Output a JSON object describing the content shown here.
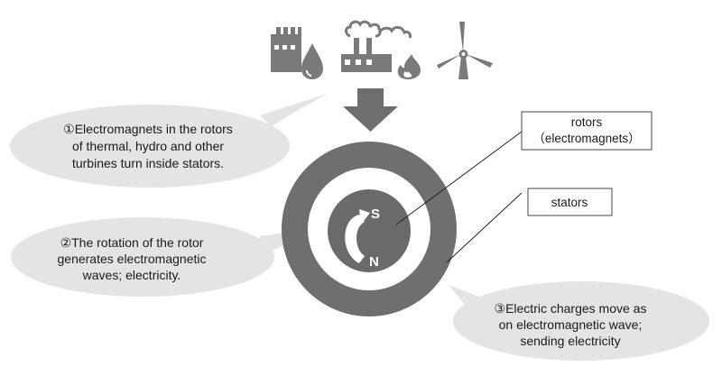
{
  "bubbles": {
    "one": [
      "①Electromagnets in the rotors",
      "of thermal, hydro and other",
      "turbines turn inside stators."
    ],
    "two": [
      "②The rotation of the rotor",
      "generates electromagnetic",
      "waves; electricity."
    ],
    "three": [
      "③Electric charges move as",
      "on electromagnetic wave;",
      "sending electricity"
    ]
  },
  "labels": {
    "rotors": [
      "rotors",
      "（electromagnets）"
    ],
    "stators": "stators"
  },
  "poles": {
    "south": "S",
    "north": "N"
  },
  "icons": [
    "factory-oil-icon",
    "power-plant-fire-icon",
    "wind-turbine-icon",
    "down-arrow-icon"
  ],
  "colors": {
    "stator": "#6f6f6f",
    "rotor": "#6a6a6a",
    "bubble": "#e4e4e4",
    "icon": "#7a7a7a",
    "arrow": "#6e6e6e"
  }
}
